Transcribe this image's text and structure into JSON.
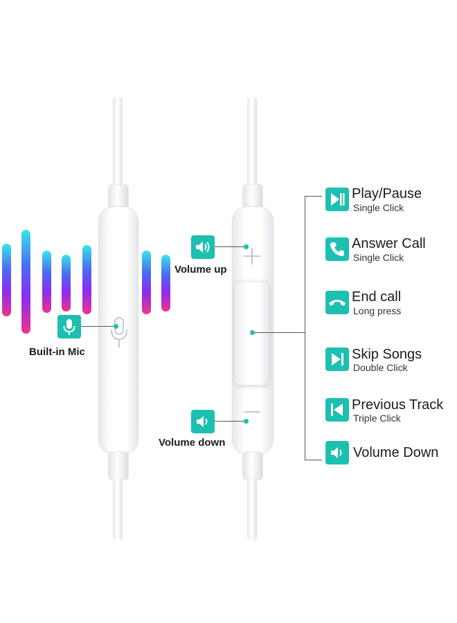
{
  "left_labels": {
    "built_in_mic": "Built-in Mic",
    "volume_up": "Volume up",
    "volume_down": "Volume down"
  },
  "functions": [
    {
      "title": "Play/Pause",
      "subtitle": "Single Click",
      "icon": "play-pause-icon"
    },
    {
      "title": "Answer Call",
      "subtitle": "Single Click",
      "icon": "phone-answer-icon"
    },
    {
      "title": "End call",
      "subtitle": "Long press",
      "icon": "phone-hangup-icon"
    },
    {
      "title": "Skip Songs",
      "subtitle": "Double Click",
      "icon": "skip-next-icon"
    },
    {
      "title": "Previous Track",
      "subtitle": "Triple Click",
      "icon": "skip-previous-icon"
    },
    {
      "title": "Volume Down",
      "subtitle": "",
      "icon": "speaker-icon"
    }
  ],
  "colors": {
    "accent": "#1cbfb0",
    "wave_gradient": [
      "#39e4ea",
      "#4a6cf0",
      "#8a2cf0",
      "#f0328e"
    ]
  }
}
